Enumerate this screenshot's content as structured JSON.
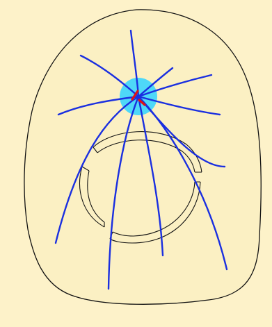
{
  "colors": {
    "background": "#fdf2c9",
    "cell_fill": "#fbf0c3",
    "outline": "#111111",
    "aster_glow": "#4ed8f8",
    "microtubule": "#1a2fe0",
    "centrosome": "#e01414"
  },
  "elements": {
    "cell": "cell-outline",
    "nucleus": "nucleus-ring",
    "centrosome": "centrosome",
    "aster": "aster-glow",
    "fibers": "microtubule-fiber"
  }
}
